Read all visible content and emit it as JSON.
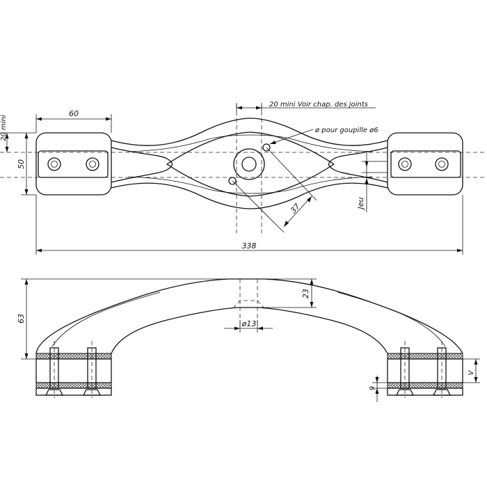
{
  "labels": {
    "dim_20_mini_left": "20 mini",
    "dim_50": "50",
    "dim_60": "60",
    "note_joints": "20 mini Voir chap. des joints",
    "note_goupille": "ø pour goupille ø6",
    "dim_37": "37",
    "dim_jeu": "Jeu",
    "dim_338": "338",
    "dim_63": "63",
    "dim_23": "23",
    "dim_d13": "ø13",
    "dim_9": "9",
    "dim_v": "V"
  }
}
